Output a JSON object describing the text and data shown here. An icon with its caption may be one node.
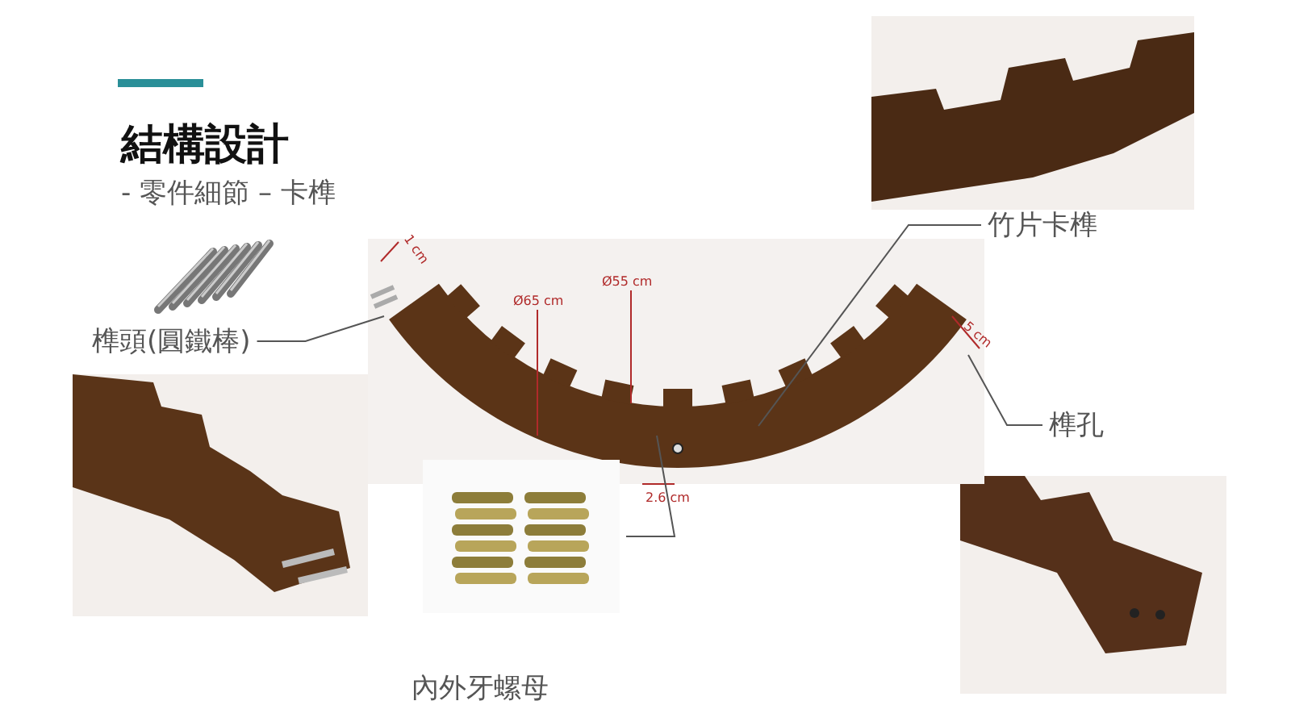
{
  "diagram": {
    "title": "結構設計",
    "nodes": [
      {
        "text": [],
        "shape": "picture"
      },
      {
        "text": [
          "榫頭(圓鐵棒)"
        ]
      },
      {
        "text": [
          "竹片卡榫"
        ]
      },
      {
        "text": [
          "榫孔"
        ]
      },
      {
        "text": [],
        "shape": "picture",
        "beside": [
          "內外牙螺母"
        ]
      }
    ],
    "edges": [
      {
        "from": 1,
        "to": 0,
        "arrow": "none"
      },
      {
        "from": 2,
        "to": 0,
        "arrow": "none"
      },
      {
        "from": 3,
        "to": 0,
        "arrow": "none"
      },
      {
        "from": 4,
        "to": 0,
        "arrow": "none"
      }
    ],
    "labels": [
      "- 零件細節 – 卡榫",
      "1 cm",
      "Ø55 cm",
      "Ø65 cm",
      "5 cm",
      "2.6 cm"
    ]
  }
}
